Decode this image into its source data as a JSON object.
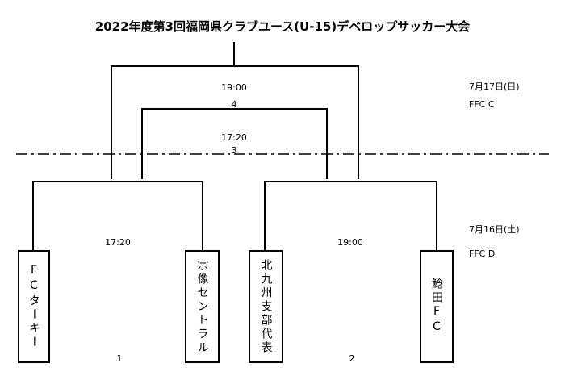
{
  "title": "2022年度第3回福岡県クラブユース(U-15)デベロップサッカー大会",
  "final": {
    "time": "19:00",
    "match_no": "4"
  },
  "third_place": {
    "time": "17:20",
    "match_no": "3"
  },
  "semi1": {
    "time": "17:20",
    "match_no": "1"
  },
  "semi2": {
    "time": "19:00",
    "match_no": "2"
  },
  "day2": {
    "date": "7月17日(日)",
    "venue": "FFC C"
  },
  "day1": {
    "date": "7月16日(土)",
    "venue": "FFC D"
  },
  "teams": [
    {
      "name": "FCターキー"
    },
    {
      "name": "宗像セントラル"
    },
    {
      "name": "北九州支部代表"
    },
    {
      "name": "鯰田FC"
    }
  ]
}
